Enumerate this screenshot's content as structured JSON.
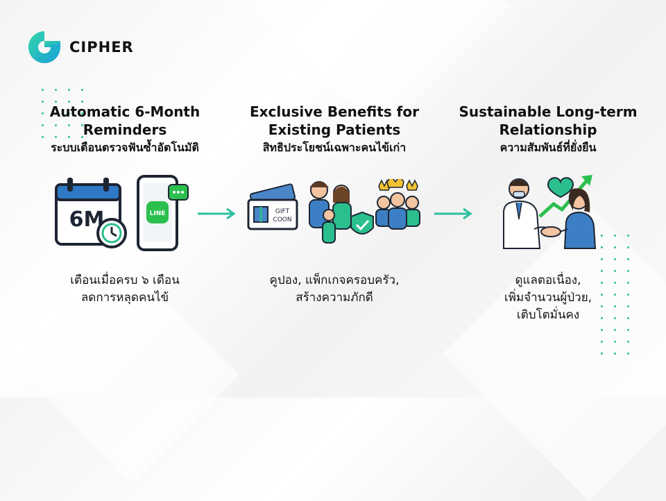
{
  "brand": {
    "name": "CIPHER",
    "accent": "#2bbf8e"
  },
  "columns": [
    {
      "title_line1": "Automatic 6-Month",
      "title_line2": "Reminders",
      "subtitle": "ระบบเตือนตรวจฟันซ้ำอัตโนมัติ",
      "desc_line1": "เตือนเมื่อครบ ๖ เดือน",
      "desc_line2": "ลดการหลุดคนไข้",
      "calendar_label": "6M",
      "chat_label": "LINE"
    },
    {
      "title_line1": "Exclusive Benefits for",
      "title_line2": "Existing Patients",
      "subtitle": "สิทธิประโยชน์เฉพาะคนไข้เก่า",
      "desc_line1": "คูปอง, แพ็กเกจครอบครัว,",
      "desc_line2": "สร้างความภักดี",
      "coupon_line1": "GIFT",
      "coupon_line2": "COON"
    },
    {
      "title_line1": "Sustainable Long-term",
      "title_line2": "Relationship",
      "subtitle": "ความสัมพันธ์ที่ยั่งยืน",
      "desc_line1": "ดูแลตอเนื่อง,",
      "desc_line2": "เพิ่มจำนวนผู้ป่วย,",
      "desc_line3": "เติบโตมั่นคง"
    }
  ]
}
